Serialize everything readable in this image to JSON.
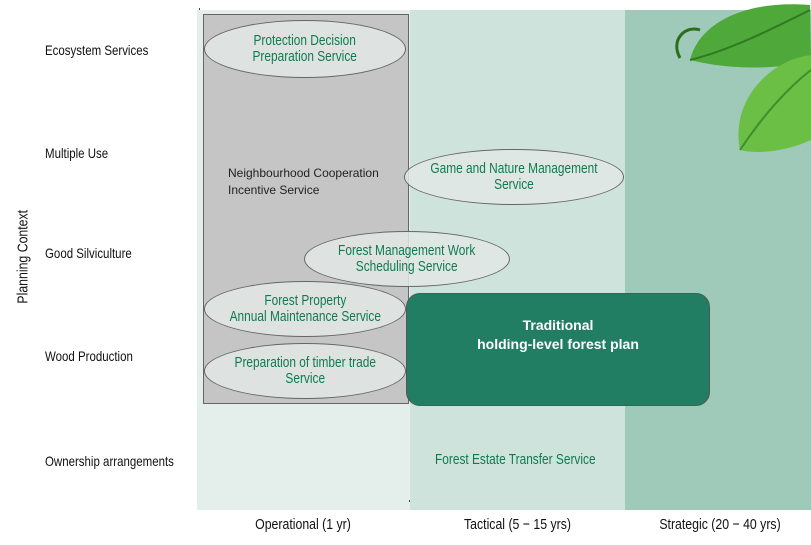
{
  "y_axis_title": "Planning Context",
  "rows": [
    "Ecosystem Services",
    "Multiple Use",
    "Good Silviculture",
    "Wood Production",
    "Ownership arrangements"
  ],
  "columns": [
    "Operational (1 yr)",
    "Tactical  (5 − 15 yrs)",
    "Strategic (20 − 40 yrs)"
  ],
  "services": {
    "protection": "Protection Decision\nPreparation Service",
    "neighbourhood": "Neighbourhood Cooperation\nIncentive Service",
    "game": "Game and Nature Management\nService",
    "work_scheduling": "Forest Management Work\nScheduling Service",
    "property": "Forest Property\nAnnual Maintenance Service",
    "timber": "Preparation of timber trade\nService",
    "transfer": "Forest Estate Transfer Service",
    "traditional": "Traditional\nholding-level forest plan"
  },
  "colors": {
    "operational_band": "#e4eeeb",
    "tactical_band": "#cfe3dd",
    "strategic_band": "#9fcab9",
    "operational_box": "#c5c5c5",
    "traditional_box": "#227e63",
    "service_text": "#0f7a50",
    "leaf": "#3d9a2c"
  },
  "icons": {
    "decoration": "green-leaf-icon"
  }
}
